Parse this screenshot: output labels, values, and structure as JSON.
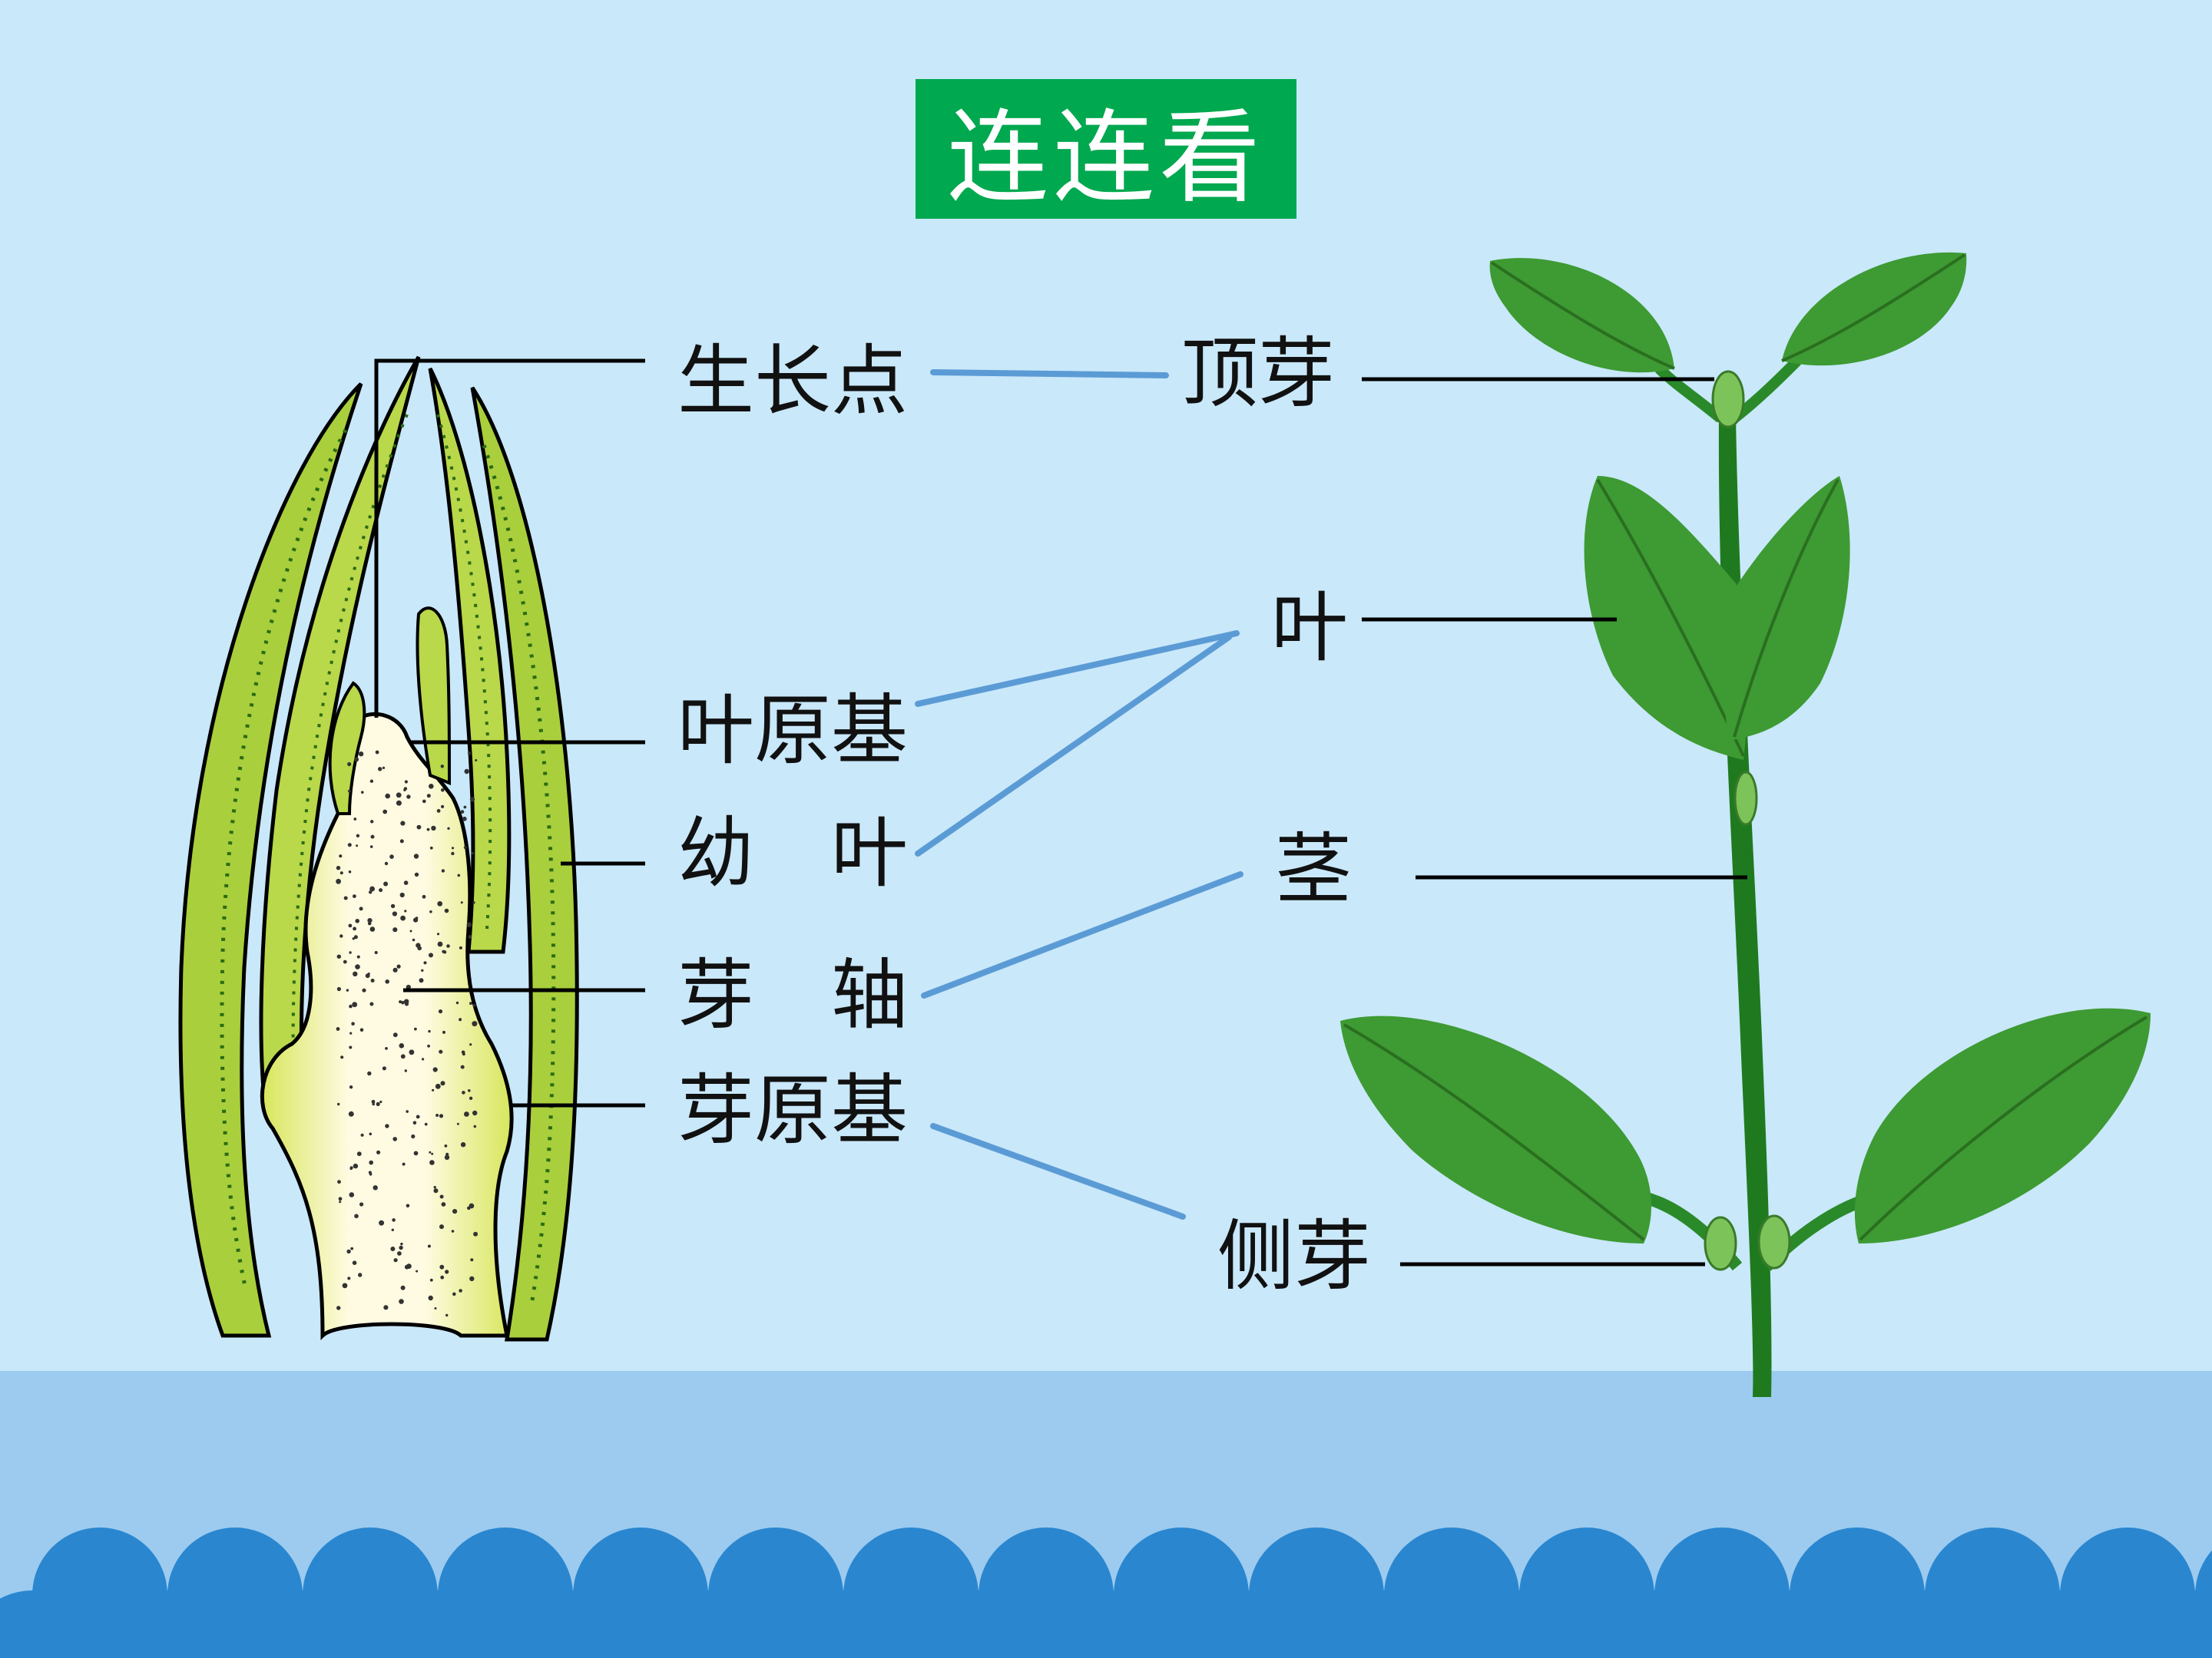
{
  "title": "连连看",
  "colors": {
    "background": "#c9e8fa",
    "title_box": "#00a84f",
    "title_text": "#ffffff",
    "match_line": "#5b9bd5",
    "pointer_line": "#000000",
    "ground": "#9ccbef",
    "wave": "#2a86cf"
  },
  "bud_labels": [
    "生长点",
    "叶原基",
    "幼　叶",
    "芽　轴",
    "芽原基"
  ],
  "plant_labels": [
    "顶芽",
    "叶",
    "茎",
    "侧芽"
  ],
  "matches": [
    {
      "from": "生长点",
      "to": "顶芽"
    },
    {
      "from": "叶原基",
      "to": "叶"
    },
    {
      "from": "幼　叶",
      "to": "叶"
    },
    {
      "from": "芽　轴",
      "to": "茎"
    },
    {
      "from": "芽原基",
      "to": "侧芽"
    }
  ]
}
